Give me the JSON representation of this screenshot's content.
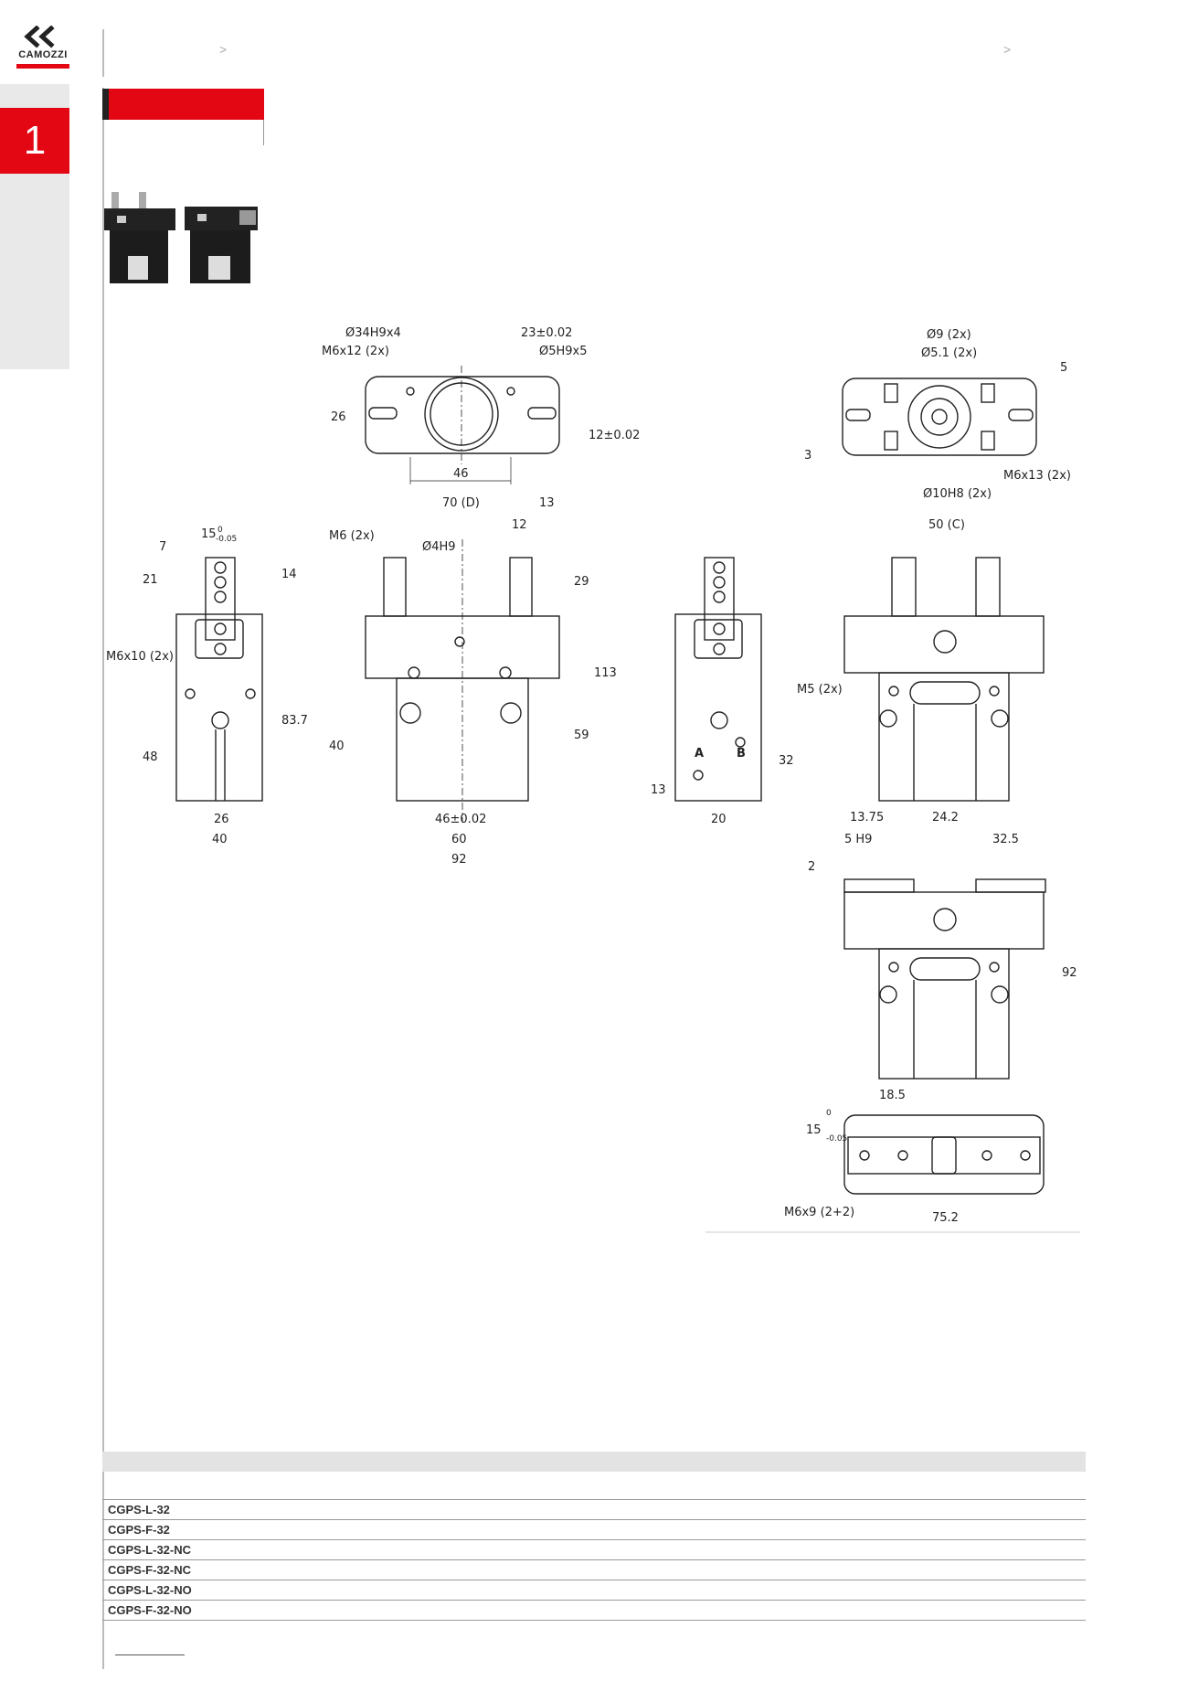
{
  "brand": {
    "name": "CAMOZZI",
    "monogram": "CK",
    "accent_color": "#e30613"
  },
  "breadcrumb": {
    "separator_left": ">",
    "separator_right": ">"
  },
  "section": {
    "number": "1"
  },
  "drawing": {
    "top_view_left": [
      "Ø34H9x4",
      "23±0.02",
      "M6x12 (2x)",
      "Ø5H9x5",
      "26",
      "46",
      "12±0.02"
    ],
    "top_view_right": [
      "Ø9 (2x)",
      "Ø5.1 (2x)",
      "5",
      "3",
      "M6x13 (2x)",
      "Ø10H8 (2x)"
    ],
    "side_view_left": [
      "15",
      "0",
      "-0.05",
      "7",
      "21",
      "14",
      "M6x10 (2x)",
      "83.7",
      "48",
      "26",
      "40"
    ],
    "front_view_left": [
      "70 (D)",
      "13",
      "12",
      "M6 (2x)",
      "Ø4H9",
      "29",
      "113",
      "59",
      "40",
      "46±0.02",
      "60",
      "92"
    ],
    "side_view_right": [
      "M5 (2x)",
      "A",
      "B",
      "32",
      "13",
      "20"
    ],
    "front_view_right": [
      "50 (C)"
    ],
    "front_view_right_open": [
      "13.75",
      "24.2",
      "5 H9",
      "32.5",
      "2",
      "92"
    ],
    "bottom_view": [
      "18.5",
      "15",
      "0",
      "-0.05",
      "M6x9 (2+2)",
      "75.2"
    ]
  },
  "table": {
    "rows": [
      "CGPS-L-32",
      "CGPS-F-32",
      "CGPS-L-32-NC",
      "CGPS-F-32-NC",
      "CGPS-L-32-NO",
      "CGPS-F-32-NO"
    ]
  }
}
